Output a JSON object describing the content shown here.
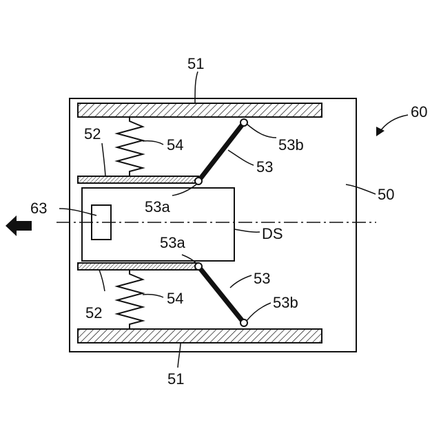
{
  "labels": {
    "l51_top": "51",
    "l51_bottom": "51",
    "l52_top": "52",
    "l52_bottom": "52",
    "l53_top": "53",
    "l53_bottom": "53",
    "l53a_top": "53a",
    "l53a_bottom": "53a",
    "l53b_top": "53b",
    "l53b_bottom": "53b",
    "l54_top": "54",
    "l54_bottom": "54",
    "l50": "50",
    "l60": "60",
    "l63": "63",
    "lDS": "DS"
  },
  "colors": {
    "line": "#111111",
    "hatch": "#111111",
    "plate_fill": "#9a9a9a"
  }
}
